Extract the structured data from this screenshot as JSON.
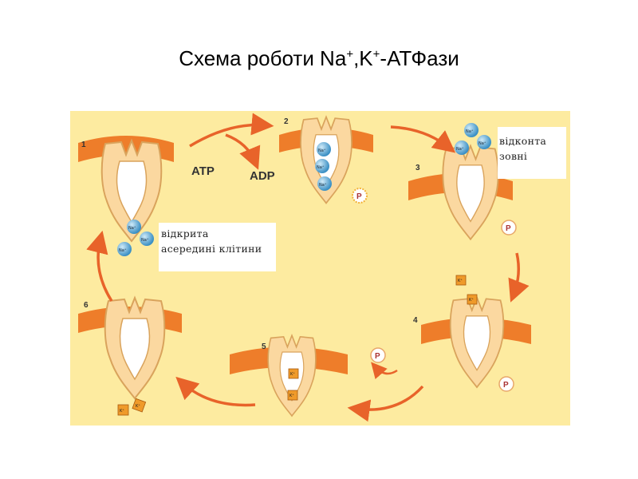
{
  "title": {
    "main": "Схема роботи Na",
    "sup1": "+",
    "mid": ",K",
    "sup2": "+",
    "end": "-АТФази"
  },
  "labels": {
    "atp": "ATP",
    "adp": "ADP",
    "phosphate": "P",
    "na": "Na⁺",
    "k": "K⁺"
  },
  "steps": [
    "1",
    "2",
    "3",
    "4",
    "5",
    "6"
  ],
  "callouts": {
    "inside": [
      "відкрита",
      "асередині клітини"
    ],
    "outside": [
      "відконта",
      "зовні"
    ]
  },
  "colors": {
    "membrane": "#ee7d2a",
    "protein": "#fbd8a0",
    "arrow": "#e8632a",
    "background": "#fdeba0",
    "sodium": "#5aa9d8",
    "potassium": "#ef9a2a"
  }
}
